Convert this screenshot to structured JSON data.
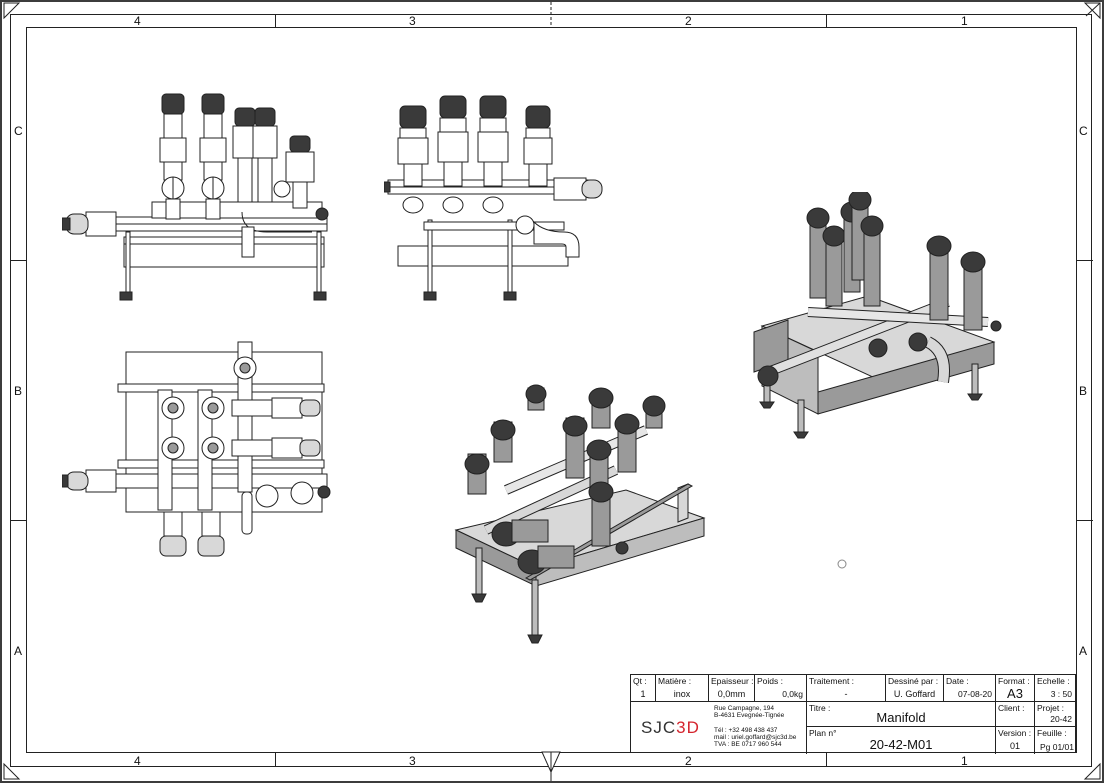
{
  "zones": {
    "columns": [
      "4",
      "3",
      "2",
      "1"
    ],
    "rows": [
      "C",
      "B",
      "A"
    ]
  },
  "title_block": {
    "qty": {
      "label": "Qt :",
      "value": "1"
    },
    "material": {
      "label": "Matière :",
      "value": "inox"
    },
    "thickness": {
      "label": "Epaisseur :",
      "value": "0,0mm"
    },
    "weight": {
      "label": "Poids :",
      "value": "0,0kg"
    },
    "treatment": {
      "label": "Traitement :",
      "value": "-"
    },
    "drawn_by": {
      "label": "Dessiné par :",
      "value": "U. Goffard"
    },
    "date": {
      "label": "Date :",
      "value": "07-08-20"
    },
    "format": {
      "label": "Format :",
      "value": "A3"
    },
    "scale": {
      "label": "Echelle :",
      "value": "3 : 50"
    },
    "title": {
      "label": "Titre :",
      "value": "Manifold"
    },
    "client": {
      "label": "Client :",
      "value": ""
    },
    "project": {
      "label": "Projet :",
      "value": "20-42"
    },
    "plan_no": {
      "label": "Plan n°",
      "value": "20-42-M01"
    },
    "version": {
      "label": "Version :",
      "value": "01"
    },
    "sheet": {
      "label": "Feuille :",
      "value": "Pg 01/01"
    },
    "company": {
      "logo_main": "SJC",
      "logo_accent": "3D",
      "address_1": "Rue Campagne, 194",
      "address_2": "B-4631 Evegnée-Tignée",
      "phone": "Tél : +32 498 438 437",
      "mail": "mail : uriel.goffard@sjc3d.be",
      "vat": "TVA : BE 0717 960 544"
    }
  },
  "colors": {
    "line": "#222222",
    "shade_dark": "#3a3a3a",
    "shade_mid": "#9a9a9a",
    "shade_light": "#d8d8d8",
    "logo_accent": "#d4242d"
  }
}
